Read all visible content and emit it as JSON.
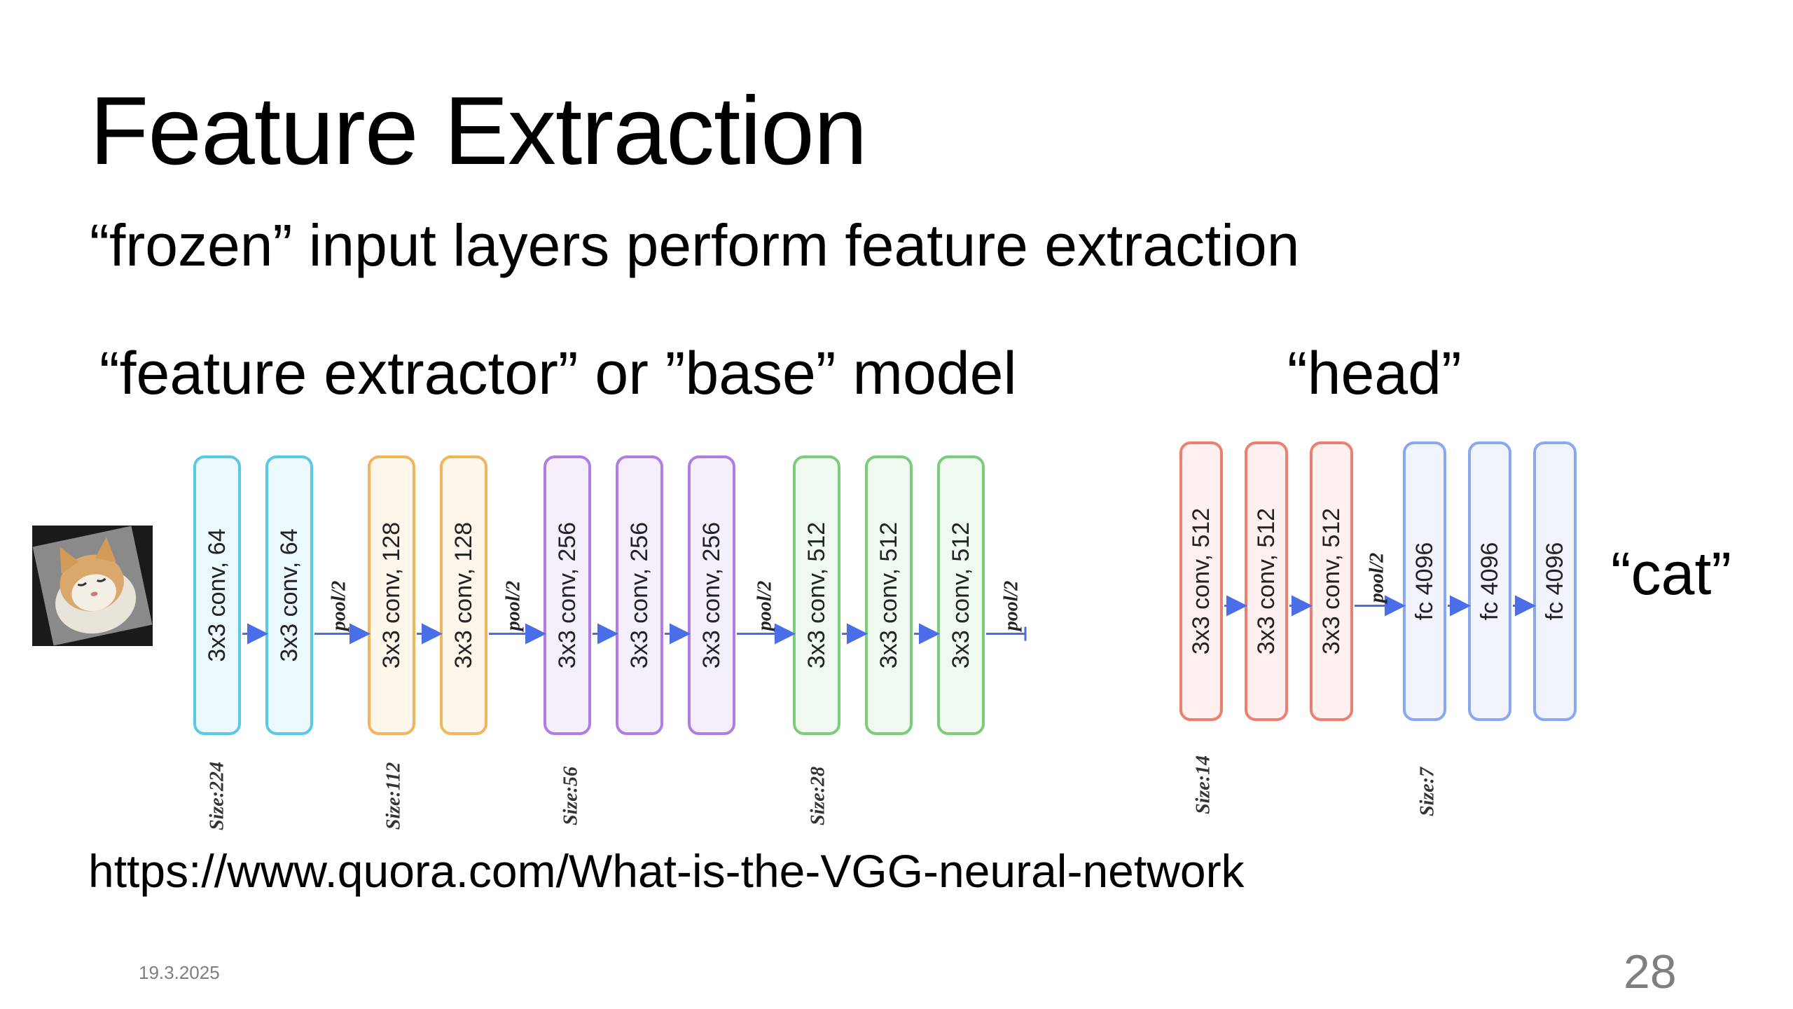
{
  "slide": {
    "title": "Feature Extraction",
    "subtitle": "“frozen” input layers perform feature extraction",
    "base_label": "“feature extractor” or ”base” model",
    "head_label": "“head”",
    "output_label": "“cat”",
    "source_url": "https://www.quora.com/What-is-the-VGG-neural-network",
    "date": "19.3.2025",
    "page_number": "28"
  },
  "colors": {
    "cyan": "#5bc8e6",
    "orange": "#f2b45c",
    "purple": "#b07ce6",
    "green": "#7ccc7c",
    "red": "#ec8070",
    "blue": "#8aa8f0",
    "arrow": "#4a6ee8"
  },
  "base_network": {
    "layers": [
      {
        "label": "3x3 conv, 64",
        "color": "cyan"
      },
      {
        "label": "3x3 conv, 64",
        "color": "cyan"
      },
      {
        "label": "3x3 conv, 128",
        "color": "orange"
      },
      {
        "label": "3x3 conv, 128",
        "color": "orange"
      },
      {
        "label": "3x3 conv, 256",
        "color": "purple"
      },
      {
        "label": "3x3 conv, 256",
        "color": "purple"
      },
      {
        "label": "3x3 conv, 256",
        "color": "purple"
      },
      {
        "label": "3x3 conv, 512",
        "color": "green"
      },
      {
        "label": "3x3 conv, 512",
        "color": "green"
      },
      {
        "label": "3x3 conv, 512",
        "color": "green"
      }
    ],
    "pool_label": "pool/2",
    "size_labels": [
      "Size:224",
      "Size:112",
      "Size:56",
      "Size:28"
    ]
  },
  "head_network": {
    "layers": [
      {
        "label": "3x3 conv, 512",
        "color": "red"
      },
      {
        "label": "3x3 conv, 512",
        "color": "red"
      },
      {
        "label": "3x3 conv, 512",
        "color": "red"
      },
      {
        "label": "fc 4096",
        "color": "blue"
      },
      {
        "label": "fc 4096",
        "color": "blue"
      },
      {
        "label": "fc 4096",
        "color": "blue"
      }
    ],
    "pool_label": "pool/2",
    "size_labels": [
      "Size:14",
      "Size:7"
    ]
  }
}
